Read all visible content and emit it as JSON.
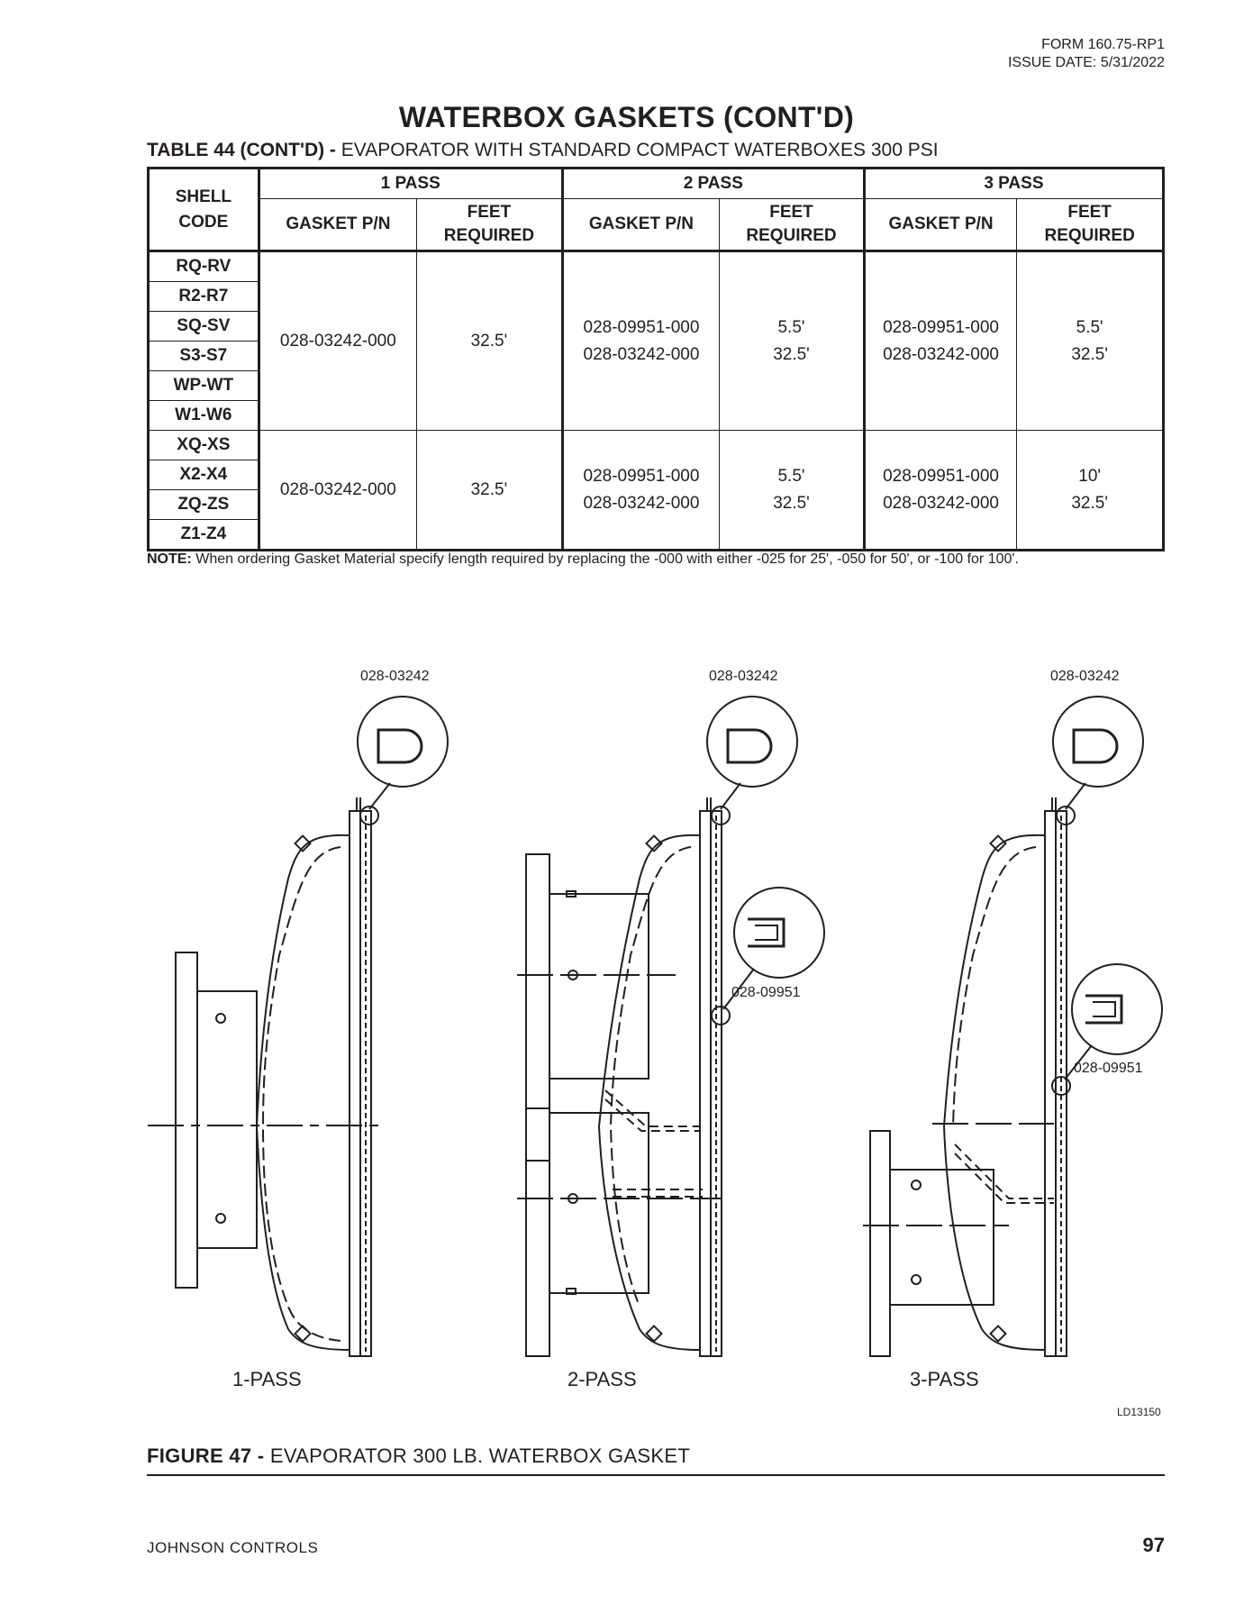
{
  "header": {
    "form": "FORM 160.75-RP1",
    "issue_date": "ISSUE DATE: 5/31/2022"
  },
  "page_title": "WATERBOX GASKETS (CONT'D)",
  "table_caption": {
    "label": "TABLE 44 (CONT'D) -",
    "text": "EVAPORATOR WITH STANDARD COMPACT WATERBOXES 300 PSI"
  },
  "table": {
    "shell_code_header": [
      "SHELL",
      "CODE"
    ],
    "pass_headers": [
      "1 PASS",
      "2 PASS",
      "3 PASS"
    ],
    "gasket_header": "GASKET P/N",
    "feet_header": [
      "FEET",
      "REQUIRED"
    ],
    "groups": [
      {
        "codes": [
          "RQ-RV",
          "R2-R7",
          "SQ-SV",
          "S3-S7",
          "WP-WT",
          "W1-W6"
        ],
        "pass1": {
          "gasket": "028-03242-000",
          "feet": "32.5'"
        },
        "pass2": {
          "gasket": [
            "028-09951-000",
            "028-03242-000"
          ],
          "feet": [
            "5.5'",
            "32.5'"
          ]
        },
        "pass3": {
          "gasket": [
            "028-09951-000",
            "028-03242-000"
          ],
          "feet": [
            "5.5'",
            "32.5'"
          ]
        }
      },
      {
        "codes": [
          "XQ-XS",
          "X2-X4",
          "ZQ-ZS",
          "Z1-Z4"
        ],
        "pass1": {
          "gasket": "028-03242-000",
          "feet": "32.5'"
        },
        "pass2": {
          "gasket": [
            "028-09951-000",
            "028-03242-000"
          ],
          "feet": [
            "5.5'",
            "32.5'"
          ]
        },
        "pass3": {
          "gasket": [
            "028-09951-000",
            "028-03242-000"
          ],
          "feet": [
            "10'",
            "32.5'"
          ]
        }
      }
    ]
  },
  "note": {
    "label": "NOTE:",
    "text": "When ordering Gasket Material specify length required by replacing the -000 with either -025 for 25', -050 for 50', or -100 for 100'."
  },
  "figure": {
    "callouts": {
      "p1_top": "028-03242",
      "p2_top": "028-03242",
      "p2_mid": "028-09951",
      "p3_top": "028-03242",
      "p3_mid": "028-09951"
    },
    "pass_labels": [
      "1-PASS",
      "2-PASS",
      "3-PASS"
    ],
    "drawing_id": "LD13150",
    "caption_label": "FIGURE 47 -",
    "caption_text": "EVAPORATOR 300 LB. WATERBOX GASKET"
  },
  "footer": {
    "company": "JOHNSON CONTROLS",
    "page_number": "97"
  }
}
